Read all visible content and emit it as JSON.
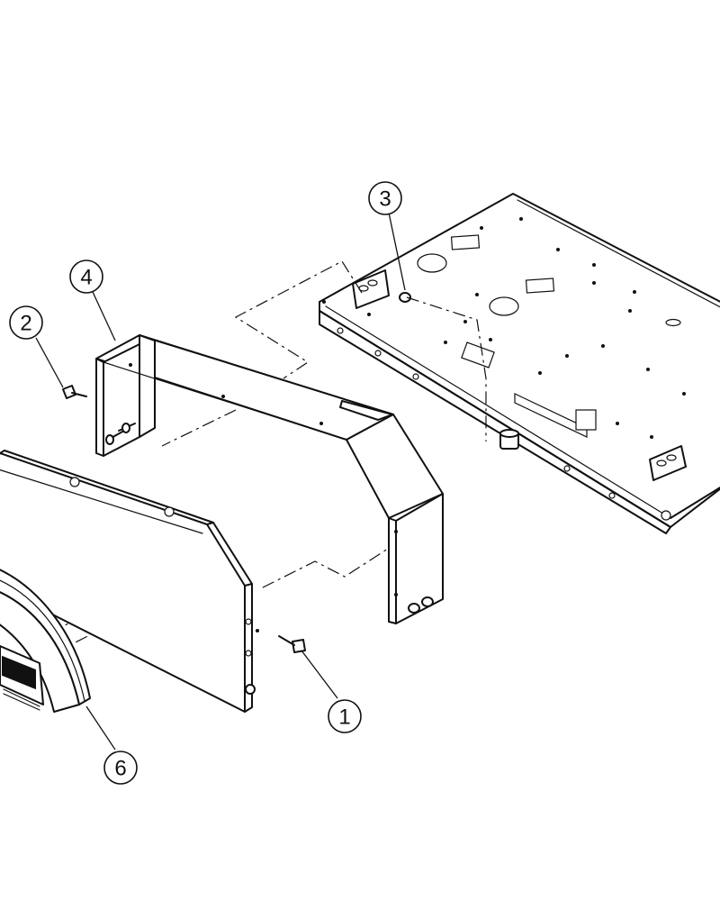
{
  "callouts": [
    {
      "id": "1",
      "label": "1"
    },
    {
      "id": "2",
      "label": "2"
    },
    {
      "id": "3",
      "label": "3"
    },
    {
      "id": "4",
      "label": "4"
    },
    {
      "id": "6",
      "label": "6"
    }
  ]
}
